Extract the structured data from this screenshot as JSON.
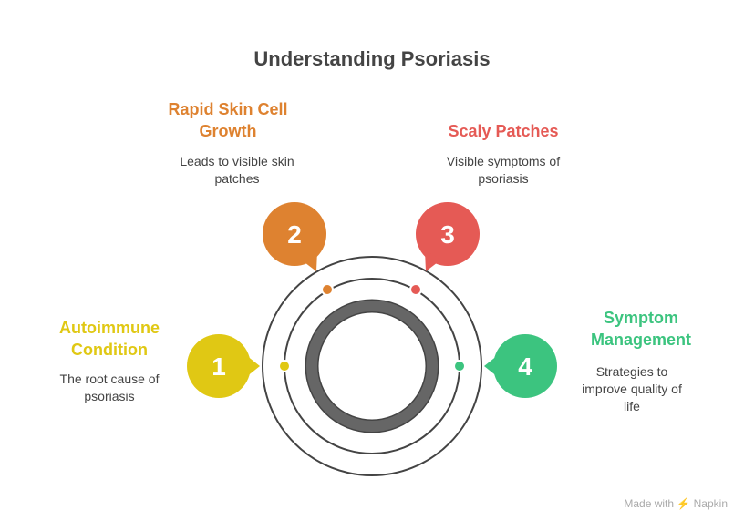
{
  "title": "Understanding Psoriasis",
  "steps": [
    {
      "number": "1",
      "heading": "Autoimmune Condition",
      "description": "The root cause of psoriasis",
      "color": "#E0C814"
    },
    {
      "number": "2",
      "heading": "Rapid Skin Cell Growth",
      "description": "Leads to visible skin patches",
      "color": "#DE8230"
    },
    {
      "number": "3",
      "heading": "Scaly Patches",
      "description": "Visible symptoms of psoriasis",
      "color": "#E55A55"
    },
    {
      "number": "4",
      "heading": "Symptom Management",
      "description": "Strategies to improve quality of life",
      "color": "#3CC47F"
    }
  ],
  "footer": "Made with ⚡ Napkin"
}
